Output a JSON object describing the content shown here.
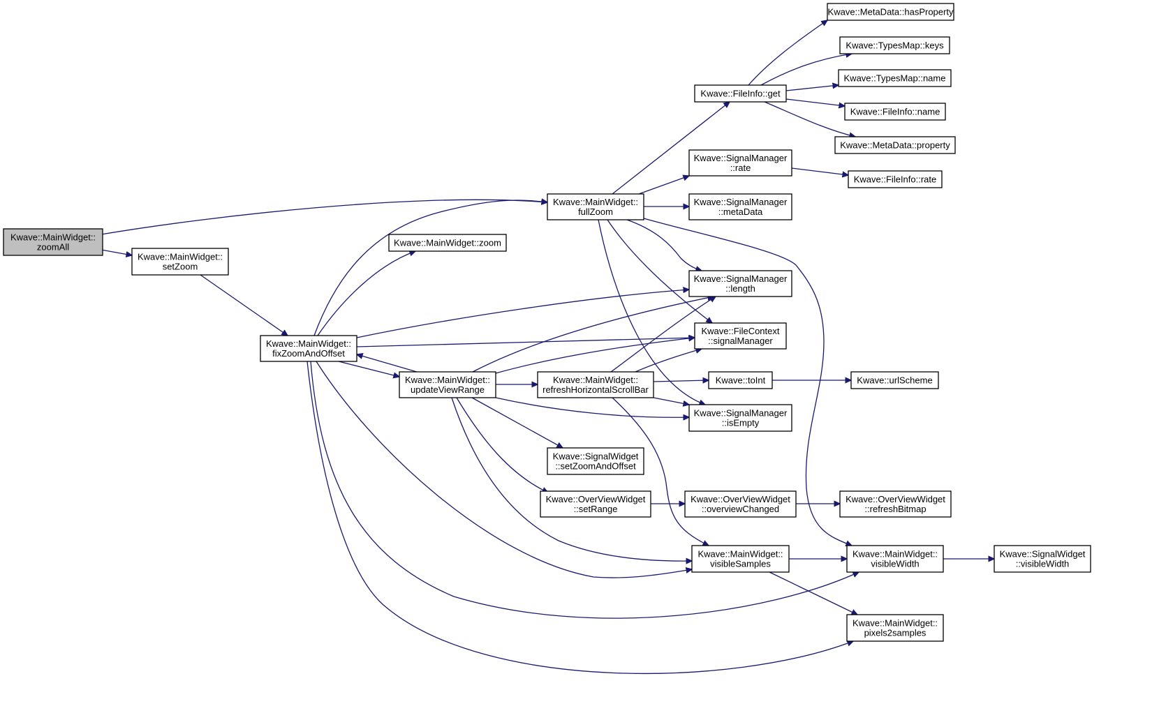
{
  "colors": {
    "edge": "#191970",
    "node_fill": "#ffffff",
    "root_fill": "#bfbfbf",
    "border": "#000000"
  },
  "nodes": [
    {
      "id": "zoomAll",
      "lines": [
        "Kwave::MainWidget::",
        "zoomAll"
      ],
      "root": true
    },
    {
      "id": "setZoom",
      "lines": [
        "Kwave::MainWidget::",
        "setZoom"
      ]
    },
    {
      "id": "fixZoomAndOffset",
      "lines": [
        "Kwave::MainWidget::",
        "fixZoomAndOffset"
      ]
    },
    {
      "id": "fullZoom",
      "lines": [
        "Kwave::MainWidget::",
        "fullZoom"
      ]
    },
    {
      "id": "mwZoom",
      "lines": [
        "Kwave::MainWidget::zoom"
      ]
    },
    {
      "id": "updateViewRange",
      "lines": [
        "Kwave::MainWidget::",
        "updateViewRange"
      ]
    },
    {
      "id": "refreshHorizontalScrollBar",
      "lines": [
        "Kwave::MainWidget::",
        "refreshHorizontalScrollBar"
      ]
    },
    {
      "id": "fileInfoGet",
      "lines": [
        "Kwave::FileInfo::get"
      ]
    },
    {
      "id": "metaHasProperty",
      "lines": [
        "Kwave::MetaData::hasProperty"
      ]
    },
    {
      "id": "typesKeys",
      "lines": [
        "Kwave::TypesMap::keys"
      ]
    },
    {
      "id": "typesName",
      "lines": [
        "Kwave::TypesMap::name"
      ]
    },
    {
      "id": "fileInfoName",
      "lines": [
        "Kwave::FileInfo::name"
      ]
    },
    {
      "id": "metaProperty",
      "lines": [
        "Kwave::MetaData::property"
      ]
    },
    {
      "id": "smRate",
      "lines": [
        "Kwave::SignalManager",
        "::rate"
      ]
    },
    {
      "id": "fileInfoRate",
      "lines": [
        "Kwave::FileInfo::rate"
      ]
    },
    {
      "id": "smMetaData",
      "lines": [
        "Kwave::SignalManager",
        "::metaData"
      ]
    },
    {
      "id": "smLength",
      "lines": [
        "Kwave::SignalManager",
        "::length"
      ]
    },
    {
      "id": "fcSignalManager",
      "lines": [
        "Kwave::FileContext",
        "::signalManager"
      ]
    },
    {
      "id": "toInt",
      "lines": [
        "Kwave::toInt"
      ]
    },
    {
      "id": "urlScheme",
      "lines": [
        "Kwave::urlScheme"
      ]
    },
    {
      "id": "smIsEmpty",
      "lines": [
        "Kwave::SignalManager",
        "::isEmpty"
      ]
    },
    {
      "id": "swSetZoomAndOffset",
      "lines": [
        "Kwave::SignalWidget",
        "::setZoomAndOffset"
      ]
    },
    {
      "id": "ovwSetRange",
      "lines": [
        "Kwave::OverViewWidget",
        "::setRange"
      ]
    },
    {
      "id": "ovwOverviewChanged",
      "lines": [
        "Kwave::OverViewWidget",
        "::overviewChanged"
      ]
    },
    {
      "id": "ovwRefreshBitmap",
      "lines": [
        "Kwave::OverViewWidget",
        "::refreshBitmap"
      ]
    },
    {
      "id": "visibleSamples",
      "lines": [
        "Kwave::MainWidget::",
        "visibleSamples"
      ]
    },
    {
      "id": "visibleWidth",
      "lines": [
        "Kwave::MainWidget::",
        "visibleWidth"
      ]
    },
    {
      "id": "swVisibleWidth",
      "lines": [
        "Kwave::SignalWidget",
        "::visibleWidth"
      ]
    },
    {
      "id": "pixels2samples",
      "lines": [
        "Kwave::MainWidget::",
        "pixels2samples"
      ]
    }
  ],
  "edges": [
    {
      "from": "zoomAll",
      "to": "fullZoom"
    },
    {
      "from": "zoomAll",
      "to": "setZoom"
    },
    {
      "from": "setZoom",
      "to": "fixZoomAndOffset"
    },
    {
      "from": "fixZoomAndOffset",
      "to": "fullZoom"
    },
    {
      "from": "fixZoomAndOffset",
      "to": "mwZoom"
    },
    {
      "from": "fixZoomAndOffset",
      "to": "smLength"
    },
    {
      "from": "fixZoomAndOffset",
      "to": "fcSignalManager"
    },
    {
      "from": "fixZoomAndOffset",
      "to": "updateViewRange"
    },
    {
      "from": "fixZoomAndOffset",
      "to": "visibleSamples"
    },
    {
      "from": "fixZoomAndOffset",
      "to": "visibleWidth"
    },
    {
      "from": "fixZoomAndOffset",
      "to": "pixels2samples"
    },
    {
      "from": "updateViewRange",
      "to": "fixZoomAndOffset"
    },
    {
      "from": "updateViewRange",
      "to": "smLength"
    },
    {
      "from": "updateViewRange",
      "to": "fcSignalManager"
    },
    {
      "from": "updateViewRange",
      "to": "refreshHorizontalScrollBar"
    },
    {
      "from": "updateViewRange",
      "to": "smIsEmpty"
    },
    {
      "from": "updateViewRange",
      "to": "swSetZoomAndOffset"
    },
    {
      "from": "updateViewRange",
      "to": "ovwSetRange"
    },
    {
      "from": "updateViewRange",
      "to": "visibleSamples"
    },
    {
      "from": "fullZoom",
      "to": "fileInfoGet"
    },
    {
      "from": "fullZoom",
      "to": "smRate"
    },
    {
      "from": "fullZoom",
      "to": "smMetaData"
    },
    {
      "from": "fullZoom",
      "to": "smLength"
    },
    {
      "from": "fullZoom",
      "to": "fcSignalManager"
    },
    {
      "from": "fullZoom",
      "to": "smIsEmpty"
    },
    {
      "from": "fullZoom",
      "to": "visibleWidth"
    },
    {
      "from": "fileInfoGet",
      "to": "metaHasProperty"
    },
    {
      "from": "fileInfoGet",
      "to": "typesKeys"
    },
    {
      "from": "fileInfoGet",
      "to": "typesName"
    },
    {
      "from": "fileInfoGet",
      "to": "fileInfoName"
    },
    {
      "from": "fileInfoGet",
      "to": "metaProperty"
    },
    {
      "from": "smRate",
      "to": "fileInfoRate"
    },
    {
      "from": "refreshHorizontalScrollBar",
      "to": "smLength"
    },
    {
      "from": "refreshHorizontalScrollBar",
      "to": "fcSignalManager"
    },
    {
      "from": "refreshHorizontalScrollBar",
      "to": "toInt"
    },
    {
      "from": "refreshHorizontalScrollBar",
      "to": "smIsEmpty"
    },
    {
      "from": "refreshHorizontalScrollBar",
      "to": "visibleSamples"
    },
    {
      "from": "toInt",
      "to": "urlScheme"
    },
    {
      "from": "ovwSetRange",
      "to": "ovwOverviewChanged"
    },
    {
      "from": "ovwOverviewChanged",
      "to": "ovwRefreshBitmap"
    },
    {
      "from": "visibleSamples",
      "to": "visibleWidth"
    },
    {
      "from": "visibleSamples",
      "to": "pixels2samples"
    },
    {
      "from": "visibleWidth",
      "to": "swVisibleWidth"
    }
  ]
}
